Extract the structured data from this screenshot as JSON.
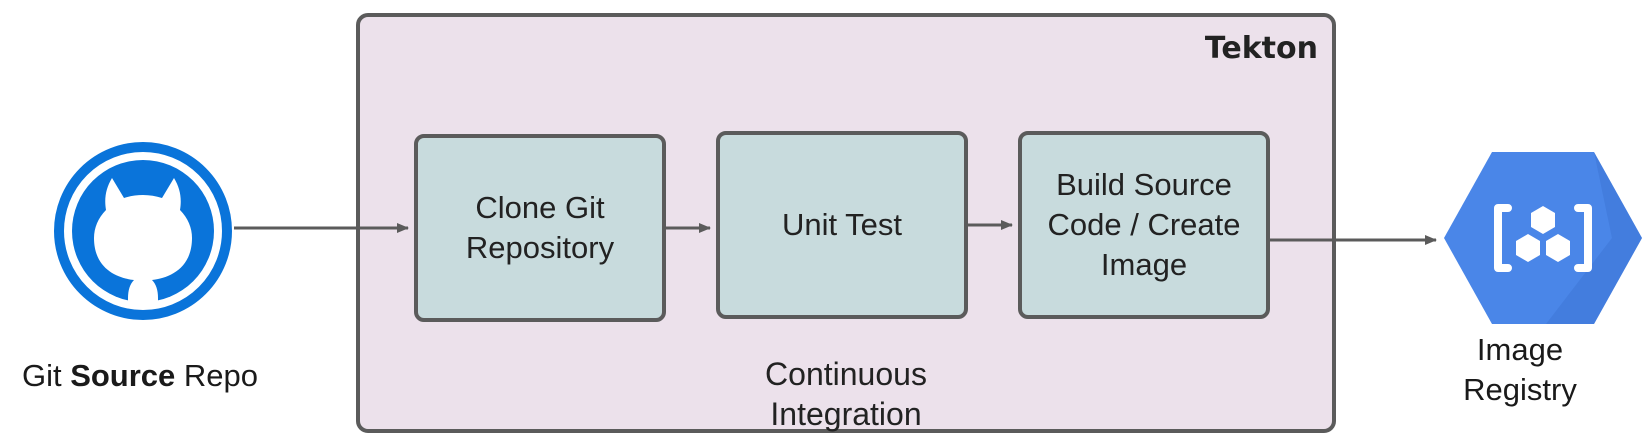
{
  "group": {
    "title": "Tekton",
    "caption_line1": "Continuous",
    "caption_line2": "Integration",
    "fill_color": "#ece1eb"
  },
  "steps": [
    {
      "line1": "Clone Git",
      "line2": "Repository"
    },
    {
      "line1": "Unit Test"
    },
    {
      "line1": "Build Source",
      "line2": "Code / Create",
      "line3": "Image"
    }
  ],
  "source": {
    "label_pre": "Git ",
    "label_bold": "Source",
    "label_post": " Repo",
    "icon": "github-icon",
    "color": "#0a74da"
  },
  "target": {
    "label_line1": "Image",
    "label_line2": "Registry",
    "icon": "container-registry-icon",
    "color": "#4a86e8"
  },
  "step_fill_color": "#c8dbdd"
}
